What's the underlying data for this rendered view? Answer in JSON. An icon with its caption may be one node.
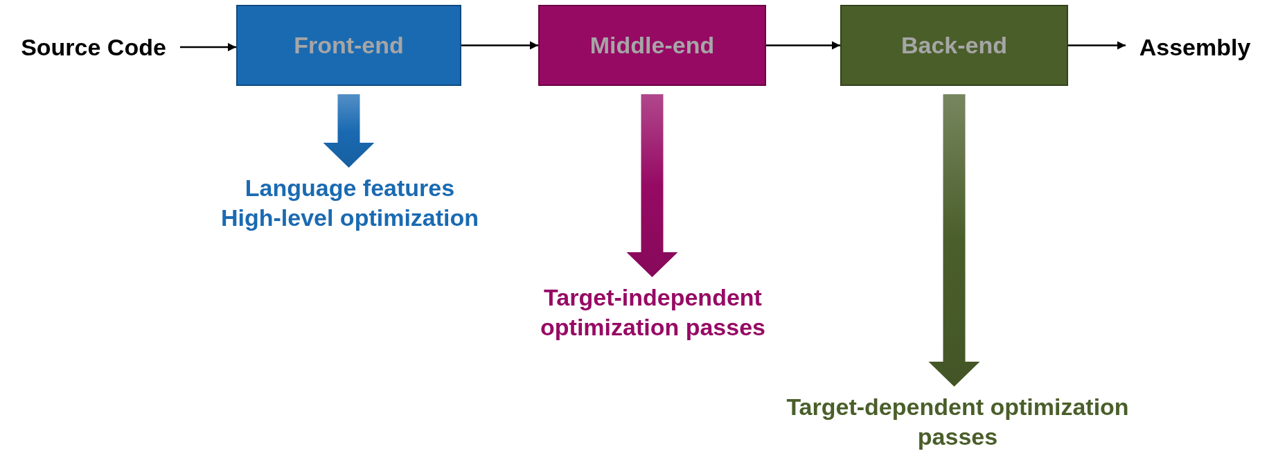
{
  "diagram": {
    "nodes": [
      {
        "text": [
          "Source Code"
        ]
      },
      {
        "text": [
          "Front-end"
        ]
      },
      {
        "text": [
          "Middle-end"
        ]
      },
      {
        "text": [
          "Back-end"
        ]
      },
      {
        "text": [
          "Assembly"
        ]
      },
      {
        "text": [
          "Language features",
          "High-level optimization"
        ]
      },
      {
        "text": [
          "Target-independent optimization passes"
        ]
      },
      {
        "text": [
          "Target-dependent optimization passes"
        ]
      }
    ],
    "edges": [
      {
        "from": 0,
        "to": 1,
        "arrow": "to"
      },
      {
        "from": 1,
        "to": 2,
        "arrow": "to"
      },
      {
        "from": 2,
        "to": 3,
        "arrow": "to"
      },
      {
        "from": 3,
        "to": 4,
        "arrow": "to"
      },
      {
        "from": 1,
        "to": 5,
        "arrow": "to",
        "style": "thick",
        "color": "#1a6ab2"
      },
      {
        "from": 2,
        "to": 6,
        "arrow": "to",
        "style": "thick",
        "color": "#960a64"
      },
      {
        "from": 3,
        "to": 7,
        "arrow": "to",
        "style": "thick",
        "color": "#4a5e2a"
      }
    ]
  }
}
